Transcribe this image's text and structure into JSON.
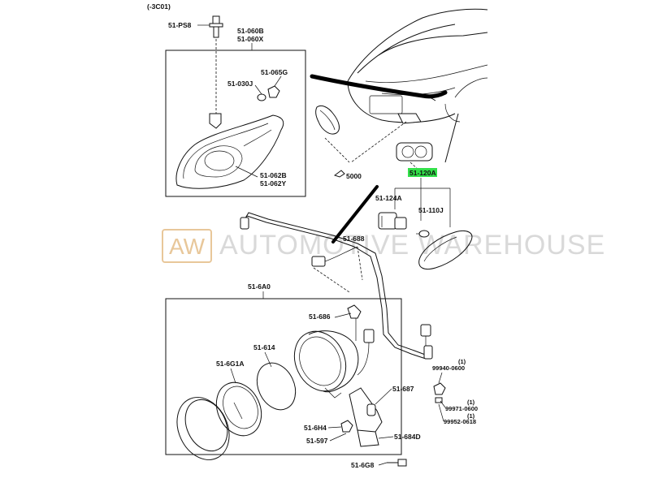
{
  "corner_label": "(-3C01)",
  "highlight_color": "#33e04a",
  "watermark": {
    "badge": "AW",
    "text": "AUTOMOTIVE WAREHOUSE"
  },
  "labels": {
    "ps8": "51-PS8",
    "b060b": "51-060B",
    "b060x": "51-060X",
    "b065g": "51-065G",
    "b030j": "51-030J",
    "b062b": "51-062B",
    "b062y": "51-062Y",
    "b5000": "5000",
    "b120a": "51-120A",
    "b124a": "51-124A",
    "b110j": "51-110J",
    "b688": "51-688",
    "b6a0": "51-6A0",
    "b686": "51-686",
    "b614": "51-614",
    "b6g1a": "51-6G1A",
    "b687": "51-687",
    "b6h4": "51-6H4",
    "b597": "51-597",
    "b684d": "51-684D",
    "b6g8": "51-6G8",
    "n0600": "99940-0600",
    "n0600q": "(1)",
    "n0680": "99971-0600",
    "n0680q": "(1)",
    "n0618": "99952-0618",
    "n0618q": "(1)"
  }
}
